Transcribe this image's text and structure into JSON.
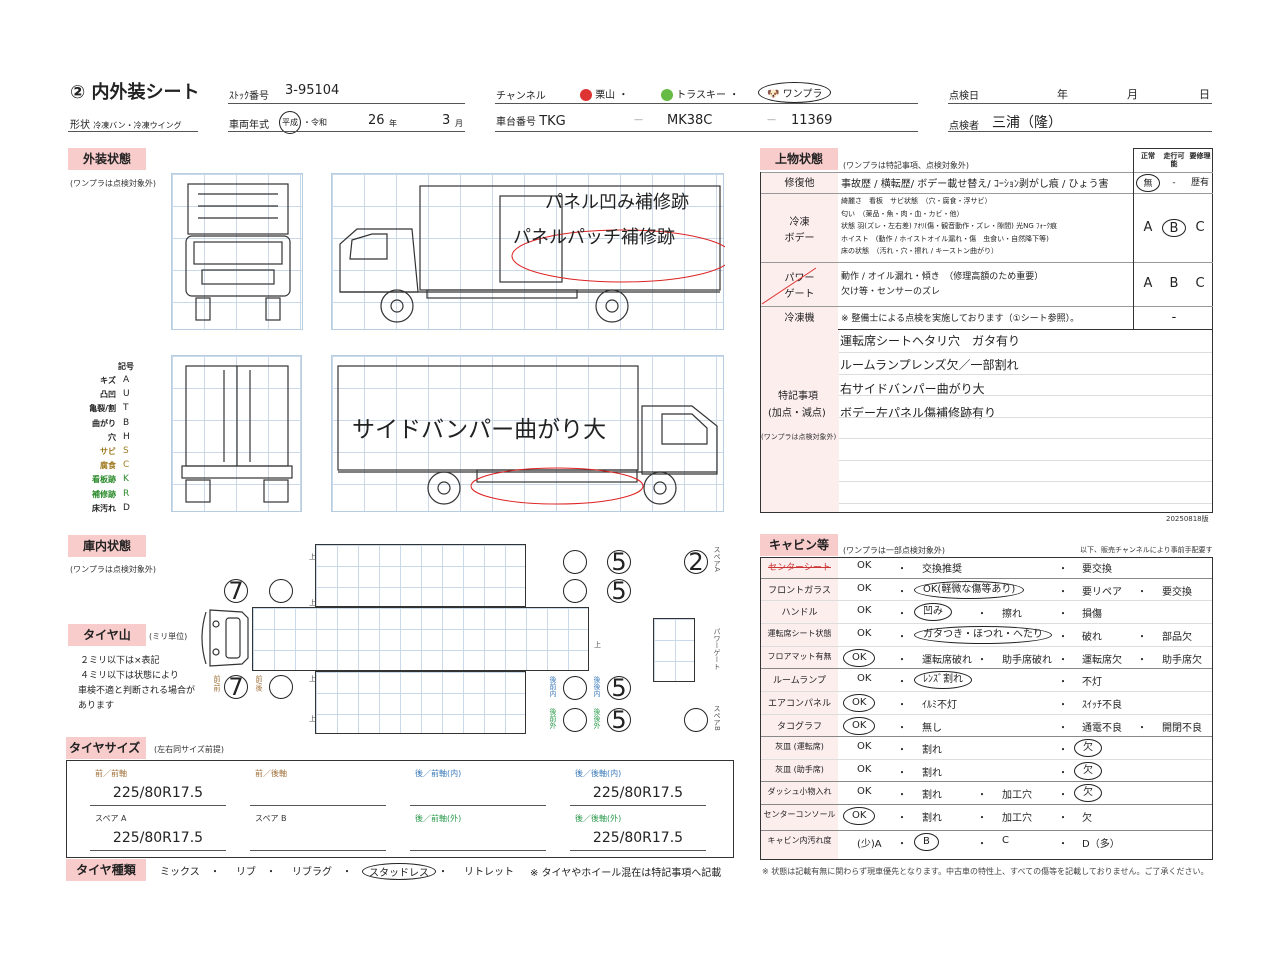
{
  "header": {
    "title": "② 内外装シート",
    "stock_label": "ｽﾄｯｸ番号",
    "stock_no": "3-95104",
    "channel_label": "チャンネル",
    "channels": [
      "栗山",
      "トラスキー",
      "ワンプラ"
    ],
    "channel_selected": "ワンプラ",
    "date_label": "点検日",
    "year": "年",
    "month": "月",
    "day": "日",
    "shape_label": "形状",
    "shape": "冷凍バン・冷凍ウイング",
    "model_year_label": "車両年式",
    "era_heisei": "平成",
    "era_reiwa": "・令和",
    "era_selected": "平成",
    "model_year": "26",
    "year_unit": "年",
    "model_month": "3",
    "month_unit": "月",
    "chassis_label": "車台番号",
    "chassis_1": "TKG",
    "dash": "—",
    "chassis_2": "MK38C",
    "chassis_3": "11369",
    "inspector_label": "点検者",
    "inspector": "三浦（隆）"
  },
  "exterior": {
    "title": "外装状態",
    "note": "(ワンプラは点検対象外)",
    "annotations": [
      "パネル凹み補修跡",
      "パネルパッチ補修跡",
      "サイドバンパー曲がり大"
    ]
  },
  "legend": {
    "title": "記号",
    "items": [
      {
        "name": "キズ",
        "code": "A",
        "color": "#222222"
      },
      {
        "name": "凸凹",
        "code": "U",
        "color": "#222222"
      },
      {
        "name": "亀裂/割",
        "code": "T",
        "color": "#222222"
      },
      {
        "name": "曲がり",
        "code": "B",
        "color": "#222222"
      },
      {
        "name": "穴",
        "code": "H",
        "color": "#222222"
      },
      {
        "name": "サビ",
        "code": "S",
        "color": "#a07a20"
      },
      {
        "name": "腐食",
        "code": "C",
        "color": "#a07a20"
      },
      {
        "name": "看板跡",
        "code": "K",
        "color": "#2a8a2a"
      },
      {
        "name": "補修跡",
        "code": "R",
        "color": "#2a8a2a"
      },
      {
        "name": "床汚れ",
        "code": "D",
        "color": "#222222"
      }
    ]
  },
  "body_condition": {
    "title": "上物状態",
    "note": "(ワンプラは特記事項、点検対象外)",
    "cols": [
      "正常",
      "走行可能",
      "要修理"
    ],
    "rows": [
      {
        "label": "修復他",
        "text": [
          "事故歴 / 横転歴/ ボデー載せ替え/ ｺｰｼｮﾝ剥がし痕 /  ひょう害"
        ],
        "grades": [
          "無",
          "-",
          "歴有"
        ],
        "selected": "無"
      },
      {
        "label": "冷凍\nボデー",
        "text": [
          "綺麗さ　看板　サビ状態　（穴・腐食・浮サビ）",
          "匂い　（薬品・魚・肉・血・カビ・他）",
          "状態 羽(ズレ・左右差) ｱｵﾘ(傷・観音動作・ズレ・隙間) 光NG ﾌｫｰｸ痕",
          "ホイスト　(動作 / ホイストオイル漏れ・傷　虫食い・自然降下等)",
          "床の状態　（汚れ・穴・擦れ / キーストン曲がり）"
        ],
        "grades": [
          "A",
          "B",
          "C"
        ],
        "selected": "B"
      },
      {
        "label": "パワー\nゲート",
        "text": [
          "動作 / オイル漏れ・傾き　（修理高額のため重要）",
          "欠け等・センサーのズレ"
        ],
        "grades": [
          "A",
          "B",
          "C"
        ],
        "selected": "",
        "struck": true
      },
      {
        "label": "冷凍機",
        "text": [
          "※ 整備士による点検を実施しております（①シート参照）。"
        ],
        "grades": [
          "",
          "-",
          ""
        ],
        "selected": ""
      }
    ]
  },
  "special_notes": {
    "label": "特記事項",
    "sublabel": "(加点・減点)",
    "note": "(ワンプラは点検対象外)",
    "lines": [
      "運転席シートヘタリ穴　ガタ有り",
      "ルームランプレンズ欠／一部割れ",
      "右サイドバンパー曲がり大",
      "ボデー左パネル傷補修跡有り"
    ],
    "version": "20250818版"
  },
  "interior": {
    "title": "庫内状態",
    "note": "(ワンプラは点検対象外)",
    "up": "上"
  },
  "tire_tread": {
    "title": "タイヤ山",
    "unit": "(ミリ単位)",
    "notes": [
      "２ミリ以下は×表記",
      "４ミリ以下は状態により",
      "車検不適と判断される場合が",
      "あります"
    ],
    "labels": {
      "ff": "前/前",
      "fr": "前/後",
      "rfi": "後前内",
      "rri": "後後内",
      "rfo": "後前外",
      "rro": "後後外",
      "spare_a": "スペアA",
      "spare_b": "スペアB",
      "power_gate": "パワーゲート"
    },
    "values": {
      "front_front_top": "7",
      "front_rear_top": "",
      "rear_front_top1": "",
      "rear_rear_top1": "5",
      "rear_front_top2": "",
      "rear_rear_top2": "5",
      "front_front_bottom": "7",
      "front_rear_bottom": "",
      "rear_front_inner": "",
      "rear_rear_inner": "5",
      "rear_front_outer": "",
      "rear_rear_outer": "5",
      "spare_a": "2",
      "spare_b": ""
    }
  },
  "tire_size": {
    "title": "タイヤサイズ",
    "note": "(左右同サイズ前提)",
    "fields": [
      {
        "label": "前／前軸",
        "value": "225/80R17.5",
        "color": "#a0703a"
      },
      {
        "label": "前／後軸",
        "value": "",
        "color": "#a0703a"
      },
      {
        "label": "後／前軸(内)",
        "value": "",
        "color": "#3a7ab8"
      },
      {
        "label": "後／後軸(内)",
        "value": "225/80R17.5",
        "color": "#3a7ab8"
      },
      {
        "label": "スペア A",
        "value": "225/80R17.5",
        "color": "#333333"
      },
      {
        "label": "スペア B",
        "value": "",
        "color": "#333333"
      },
      {
        "label": "後／前軸(外)",
        "value": "",
        "color": "#2a9a4a"
      },
      {
        "label": "後／後軸(外)",
        "value": "225/80R17.5",
        "color": "#2a9a4a"
      }
    ]
  },
  "tire_type": {
    "title": "タイヤ種類",
    "options": [
      "ミックス",
      "リブ",
      "リブラグ",
      "スタッドレス",
      "リトレット"
    ],
    "selected": "スタッドレス",
    "note": "※ タイヤやホイール混在は特記事項へ記載"
  },
  "cabin": {
    "title": "キャビン等",
    "note": "(ワンプラは一部点検対象外)",
    "note_right": "以下、販売チャンネルにより事前手配要す",
    "rows": [
      {
        "label": "センターシート",
        "struck": true,
        "items": [
          "OK",
          "・",
          "交換推奨",
          "",
          "",
          "・",
          "要交換",
          "",
          ""
        ],
        "circled": []
      },
      {
        "label": "フロントガラス",
        "items": [
          "OK",
          "・",
          "OK(軽微な傷等あり)",
          "",
          "",
          "・",
          "要リペア",
          "・",
          "要交換"
        ],
        "circled": [
          2
        ]
      },
      {
        "label": "ハンドル",
        "items": [
          "OK",
          "・",
          "凹み",
          "・",
          "擦れ",
          "・",
          "損傷",
          "",
          ""
        ],
        "circled": [
          2
        ]
      },
      {
        "label": "運転席シート状態",
        "items": [
          "OK",
          "・",
          "ガタつき・ほつれ・へたり",
          "",
          "",
          "・",
          "破れ",
          "・",
          "部品欠"
        ],
        "circled": [
          2
        ]
      },
      {
        "label": "フロアマット有無",
        "items": [
          "OK",
          "・",
          "運転席破れ",
          "・",
          "助手席破れ",
          "・",
          "運転席欠",
          "・",
          "助手席欠"
        ],
        "circled": [
          0
        ]
      },
      {
        "label": "ルームランプ",
        "items": [
          "OK",
          "・",
          "ﾚﾝｽﾞ割れ",
          "",
          "",
          "・",
          "不灯",
          "",
          ""
        ],
        "circled": [
          2
        ]
      },
      {
        "label": "エアコンパネル",
        "items": [
          "OK",
          "・",
          "ｲﾙﾐ不灯",
          "",
          "",
          "・",
          "ｽｲｯﾁ不良",
          "",
          ""
        ],
        "circled": [
          0
        ]
      },
      {
        "label": "タコグラフ",
        "items": [
          "OK",
          "・",
          "無し",
          "",
          "",
          "・",
          "通電不良",
          "・",
          "開閉不良"
        ],
        "circled": [
          0
        ]
      },
      {
        "label": "灰皿 (運転席)",
        "items": [
          "OK",
          "・",
          "割れ",
          "",
          "",
          "・",
          "欠",
          "",
          ""
        ],
        "circled": [
          6
        ]
      },
      {
        "label": "灰皿 (助手席)",
        "items": [
          "OK",
          "・",
          "割れ",
          "",
          "",
          "・",
          "欠",
          "",
          ""
        ],
        "circled": [
          6
        ]
      },
      {
        "label": "ダッシュ小物入れ",
        "items": [
          "OK",
          "・",
          "割れ",
          "・",
          "加工穴",
          "・",
          "欠",
          "",
          ""
        ],
        "circled": [
          6
        ]
      },
      {
        "label": "センターコンソール",
        "items": [
          "OK",
          "・",
          "割れ",
          "・",
          "加工穴",
          "・",
          "欠",
          "",
          ""
        ],
        "circled": [
          0
        ]
      },
      {
        "label": "キャビン内汚れ度",
        "items": [
          "(少)A",
          "・",
          "B",
          "・",
          "C",
          "・",
          "D（多）",
          "",
          ""
        ],
        "circled": [
          2
        ]
      }
    ]
  },
  "footer_note": "※ 状態は記載有無に関わらず現車優先となります。中古車の特性上、すべての傷等を記載しておりません。ご了承ください。"
}
